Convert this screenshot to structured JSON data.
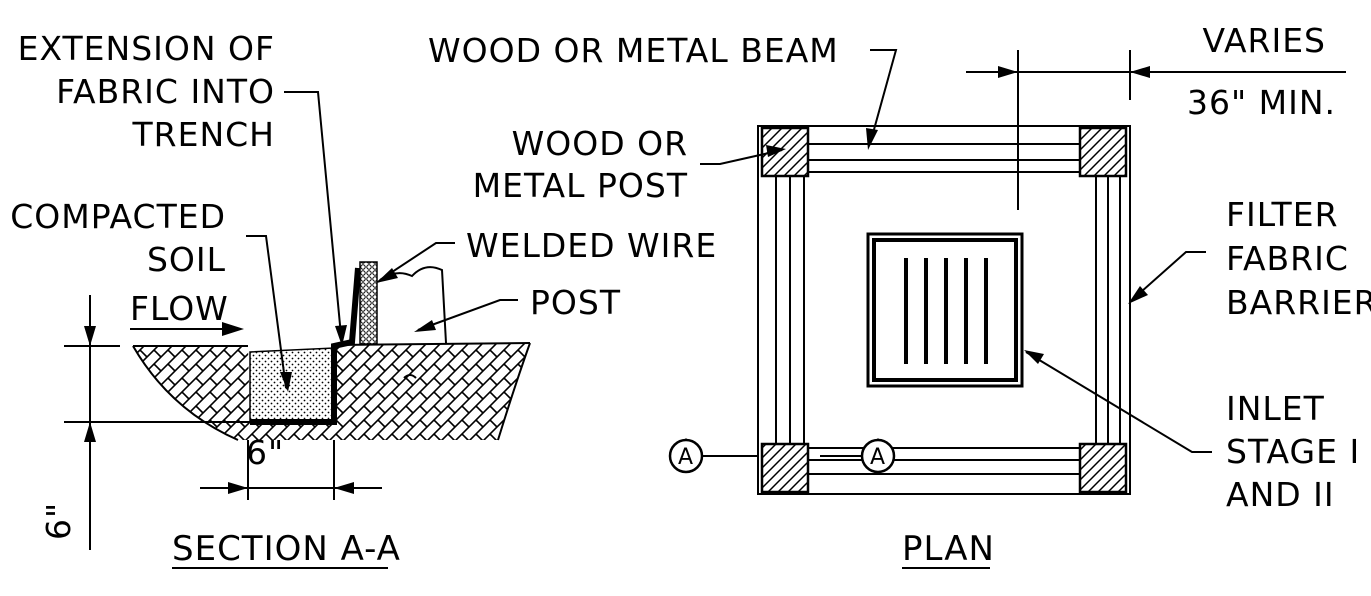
{
  "section": {
    "title": "SECTION A-A",
    "extension_label": [
      "EXTENSION OF",
      "FABRIC INTO",
      "TRENCH"
    ],
    "compacted_label": [
      "COMPACTED",
      "SOIL"
    ],
    "welded_wire_label": "WELDED WIRE",
    "post_label": "POST",
    "flow_label": "FLOW",
    "trench_width_label": "6\"",
    "depth_label": "6\""
  },
  "plan": {
    "title": "PLAN",
    "beam_label": "WOOD OR METAL BEAM",
    "post_label": [
      "WOOD OR",
      "METAL POST"
    ],
    "varies_label": "VARIES",
    "min_label": "36\" MIN.",
    "filter_label": [
      "FILTER",
      "FABRIC",
      "BARRIER"
    ],
    "inlet_label": [
      "INLET",
      "STAGE I",
      "AND II"
    ],
    "section_marker": "A"
  }
}
